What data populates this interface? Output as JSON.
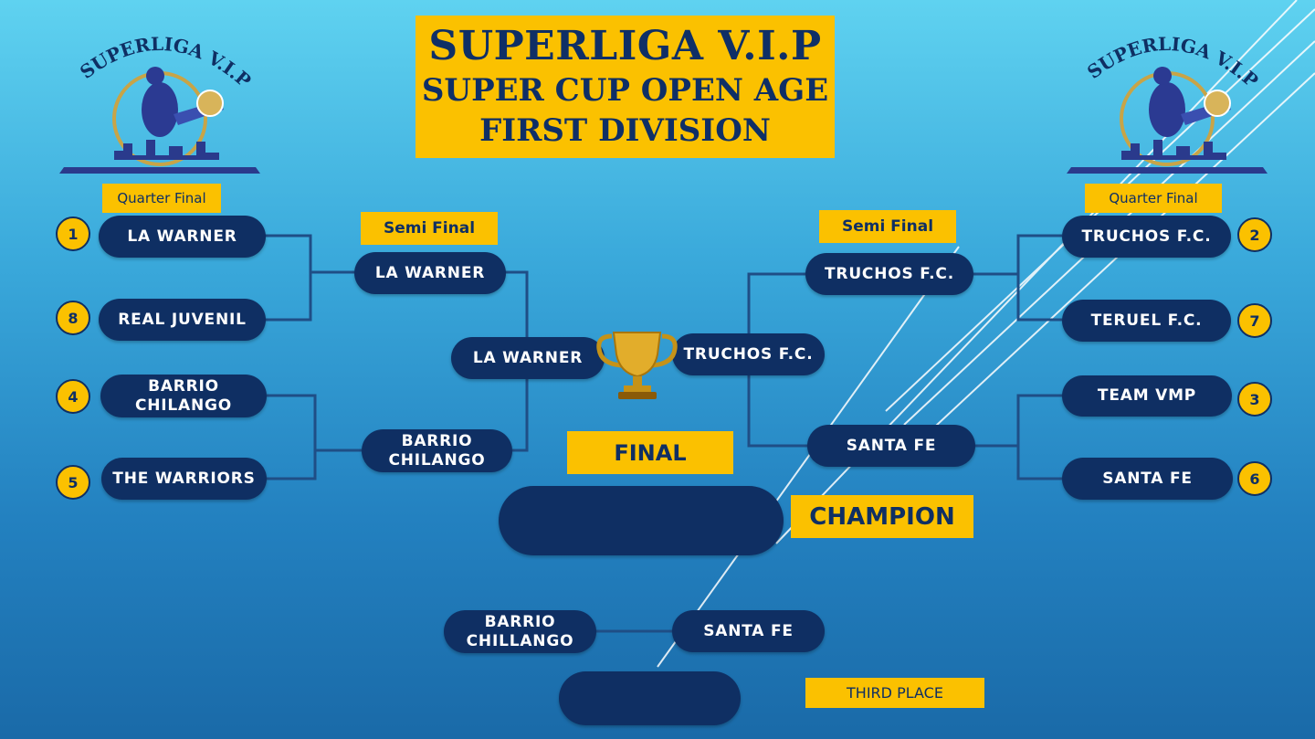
{
  "title": {
    "line1": "SUPERLIGA V.I.P",
    "line2": "SUPER CUP OPEN AGE",
    "line3": "FIRST DIVISION"
  },
  "logo_text": "SUPERLIGA V.I.P",
  "colors": {
    "navy": "#0f2f63",
    "gold": "#fbc100",
    "line": "#1f4e86"
  },
  "labels": {
    "quarter_left": "Quarter Final",
    "quarter_right": "Quarter Final",
    "semi_left": "Semi Final",
    "semi_right": "Semi Final",
    "final": "FINAL",
    "champion": "CHAMPION",
    "third_place": "THIRD PLACE"
  },
  "left": {
    "qf": [
      {
        "seed": "1",
        "team": "LA WARNER"
      },
      {
        "seed": "8",
        "team": "REAL JUVENIL"
      },
      {
        "seed": "4",
        "team": "BARRIO CHILANGO"
      },
      {
        "seed": "5",
        "team": "THE WARRIORS"
      }
    ],
    "sf": [
      "LA WARNER",
      "BARRIO CHILANGO"
    ],
    "finalist": "LA WARNER"
  },
  "right": {
    "qf": [
      {
        "seed": "2",
        "team": "TRUCHOS F.C."
      },
      {
        "seed": "7",
        "team": "TERUEL F.C."
      },
      {
        "seed": "3",
        "team": "TEAM VMP"
      },
      {
        "seed": "6",
        "team": "SANTA FE"
      }
    ],
    "sf": [
      "TRUCHOS F.C.",
      "SANTA FE"
    ],
    "finalist": "TRUCHOS F.C."
  },
  "champion_team": "",
  "third_place_match": {
    "team_a": "BARRIO CHILLANGO",
    "team_b": "SANTA FE",
    "winner": ""
  },
  "trophy_icon": "trophy-icon"
}
